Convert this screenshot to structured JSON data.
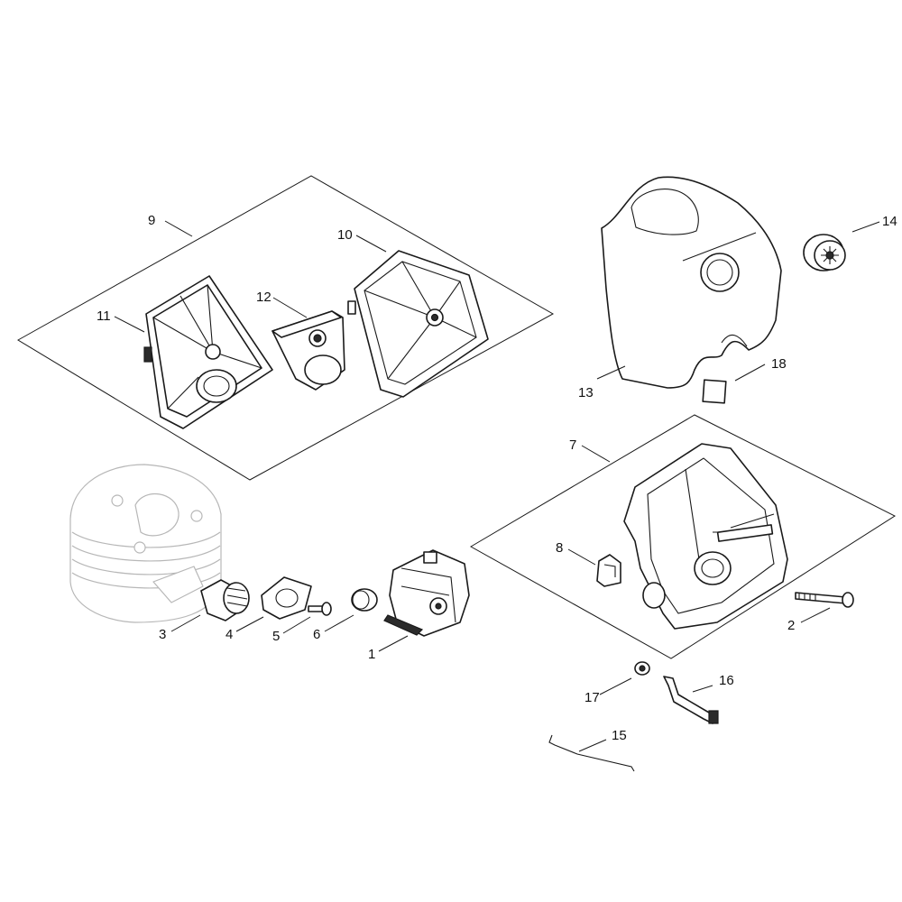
{
  "callouts": {
    "c1": "1",
    "c2": "2",
    "c3": "3",
    "c4": "4",
    "c5": "5",
    "c6": "6",
    "c7": "7",
    "c8": "8",
    "c9": "9",
    "c10": "10",
    "c11": "11",
    "c12": "12",
    "c13": "13",
    "c14": "14",
    "c15": "15",
    "c16": "16",
    "c17": "17",
    "c18": "18"
  },
  "colors": {
    "line": "#1a1a1a",
    "ghost": "#b7b7b7",
    "background": "#ffffff"
  }
}
